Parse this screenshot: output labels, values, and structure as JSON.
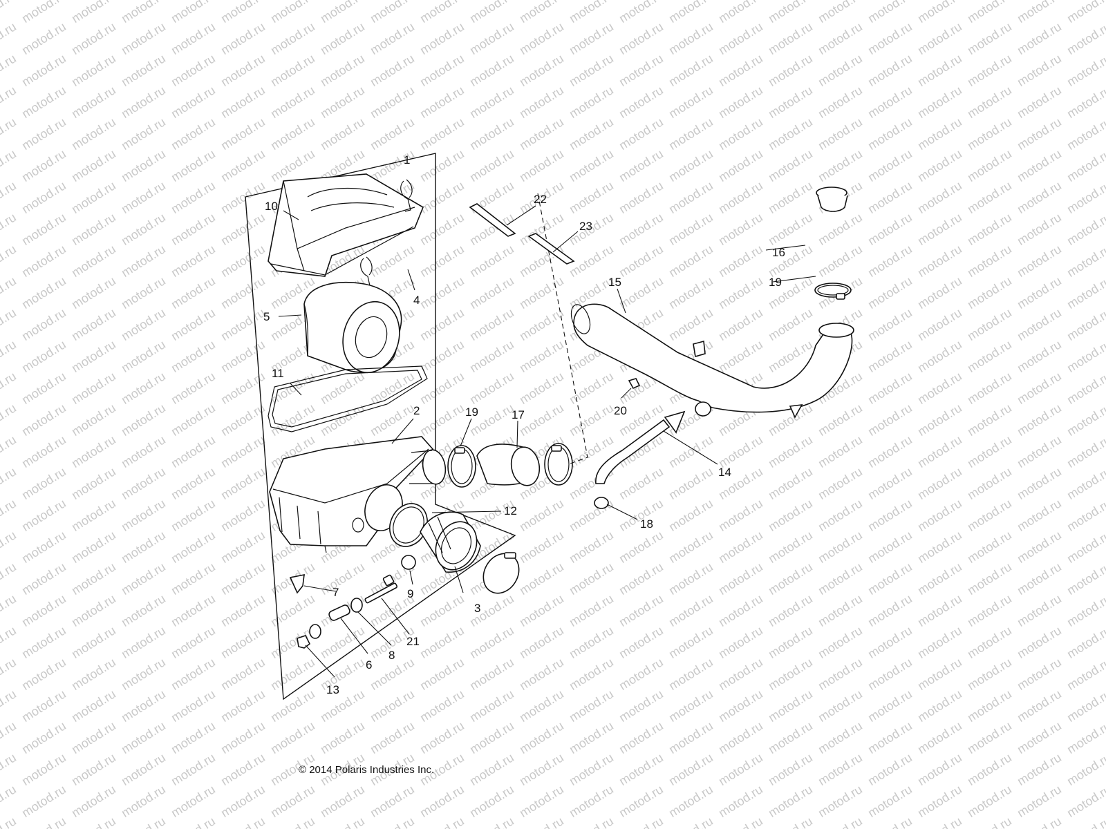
{
  "watermark_text": "motod.ru",
  "copyright": "© 2014 Polaris Industries Inc.",
  "callouts": [
    {
      "id": "c1",
      "label": "1"
    },
    {
      "id": "c2",
      "label": "2"
    },
    {
      "id": "c3",
      "label": "3"
    },
    {
      "id": "c4",
      "label": "4"
    },
    {
      "id": "c5",
      "label": "5"
    },
    {
      "id": "c6",
      "label": "6"
    },
    {
      "id": "c7",
      "label": "7"
    },
    {
      "id": "c8",
      "label": "8"
    },
    {
      "id": "c9",
      "label": "9"
    },
    {
      "id": "c10",
      "label": "10"
    },
    {
      "id": "c11",
      "label": "11"
    },
    {
      "id": "c12",
      "label": "12"
    },
    {
      "id": "c13",
      "label": "13"
    },
    {
      "id": "c14",
      "label": "14"
    },
    {
      "id": "c15",
      "label": "15"
    },
    {
      "id": "c16",
      "label": "16"
    },
    {
      "id": "c17",
      "label": "17"
    },
    {
      "id": "c18",
      "label": "18"
    },
    {
      "id": "c19a",
      "label": "19"
    },
    {
      "id": "c19b",
      "label": "19"
    },
    {
      "id": "c20",
      "label": "20"
    },
    {
      "id": "c21",
      "label": "21"
    },
    {
      "id": "c22",
      "label": "22"
    },
    {
      "id": "c23",
      "label": "23"
    }
  ]
}
